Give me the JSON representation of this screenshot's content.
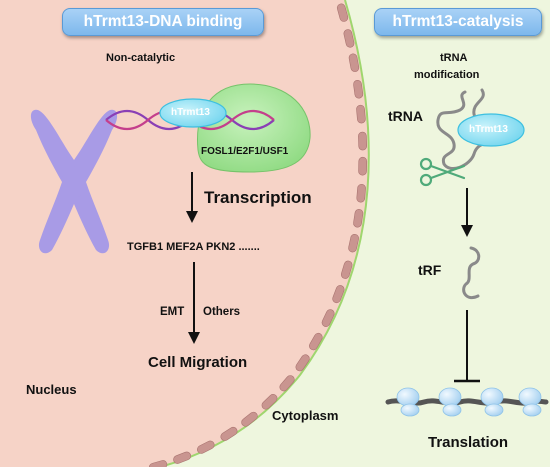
{
  "titles": {
    "left": "hTrmt13-DNA binding",
    "right": "hTrmt13-catalysis"
  },
  "nucleus": {
    "non_catalytic": "Non-catalytic",
    "enzyme": "hTrmt13",
    "tf_label": "FOSL1/E2F1/USF1",
    "transcription": "Transcription",
    "genes": "TGFB1 MEF2A PKN2 .......",
    "emt": "EMT",
    "others": "Others",
    "cell_migration": "Cell Migration",
    "compartment": "Nucleus"
  },
  "cytoplasm": {
    "trna_modification_line1": "tRNA",
    "trna_modification_line2": "modification",
    "trna": "tRNA",
    "enzyme": "hTrmt13",
    "trf": "tRF",
    "translation": "Translation",
    "compartment": "Cytoplasm"
  },
  "colors": {
    "nucleus_fill": "#f6d3c7",
    "cytoplasm_fill": "#eef6de",
    "envelope_block": "#c99590",
    "membrane_line": "#9fd66e",
    "chromosome": "#a89be6",
    "tf_protein": "#aee7a3",
    "enzyme": "#8ee0f0",
    "enzyme_outline": "#3ec0e0",
    "dna_strand_1": "#8a3fb5",
    "dna_strand_2": "#c43f8c",
    "trna_strand": "#8a8a8a",
    "scissors": "#4faa7a",
    "ribosome": "#b8dcf4"
  }
}
